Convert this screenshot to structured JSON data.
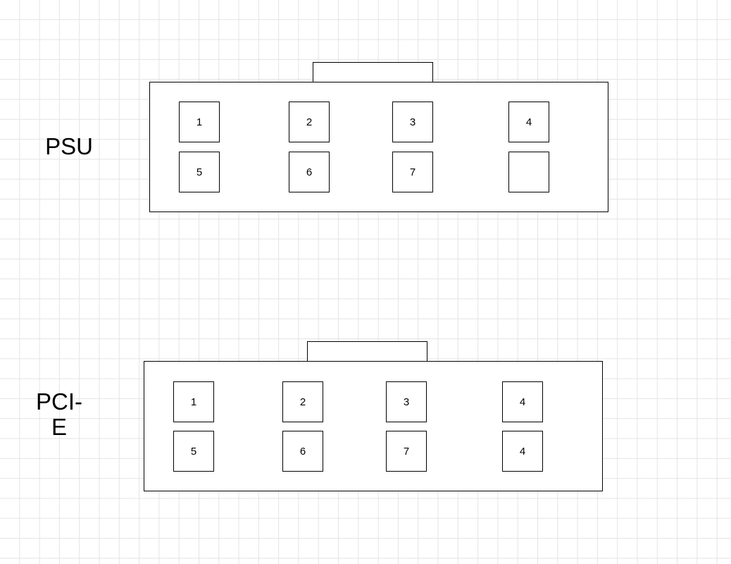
{
  "connectors": [
    {
      "label": "PSU",
      "pins": [
        {
          "text": "1"
        },
        {
          "text": "2"
        },
        {
          "text": "3"
        },
        {
          "text": "4"
        },
        {
          "text": "5"
        },
        {
          "text": "6"
        },
        {
          "text": "7"
        },
        {
          "text": ""
        }
      ]
    },
    {
      "label": "PCI-\nE",
      "pins": [
        {
          "text": "1"
        },
        {
          "text": "2"
        },
        {
          "text": "3"
        },
        {
          "text": "4"
        },
        {
          "text": "5"
        },
        {
          "text": "6"
        },
        {
          "text": "7"
        },
        {
          "text": "4"
        }
      ]
    }
  ]
}
